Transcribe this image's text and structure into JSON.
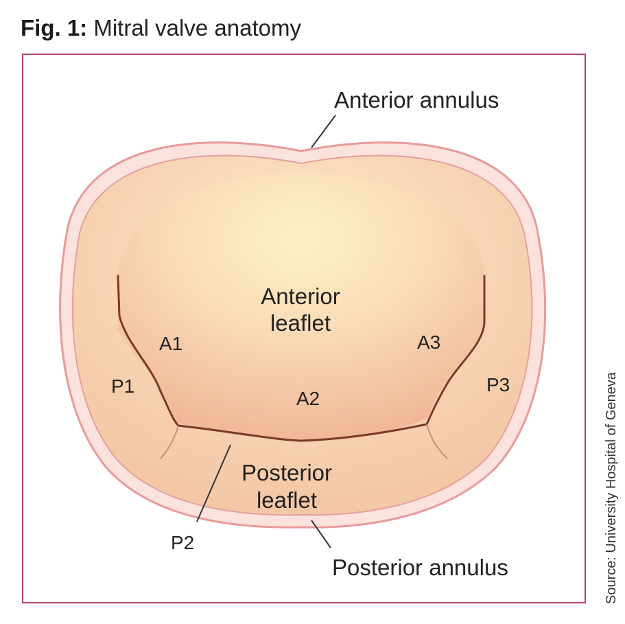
{
  "figure": {
    "label": "Fig. 1:",
    "caption": "Mitral valve anatomy"
  },
  "source": "Source: University Hospital of Geneva",
  "diagram": {
    "anterior_annulus": "Anterior annulus",
    "anterior_leaflet_line1": "Anterior",
    "anterior_leaflet_line2": "leaflet",
    "posterior_leaflet_line1": "Posterior",
    "posterior_leaflet_line2": "leaflet",
    "posterior_annulus": "Posterior annulus",
    "segments": {
      "a1": "A1",
      "a2": "A2",
      "a3": "A3",
      "p1": "P1",
      "p2": "P2",
      "p3": "P3"
    }
  },
  "colors": {
    "frame_border": "#b0456a",
    "annulus": "#e8a8a8",
    "leaflet": "#f6d2b0"
  }
}
